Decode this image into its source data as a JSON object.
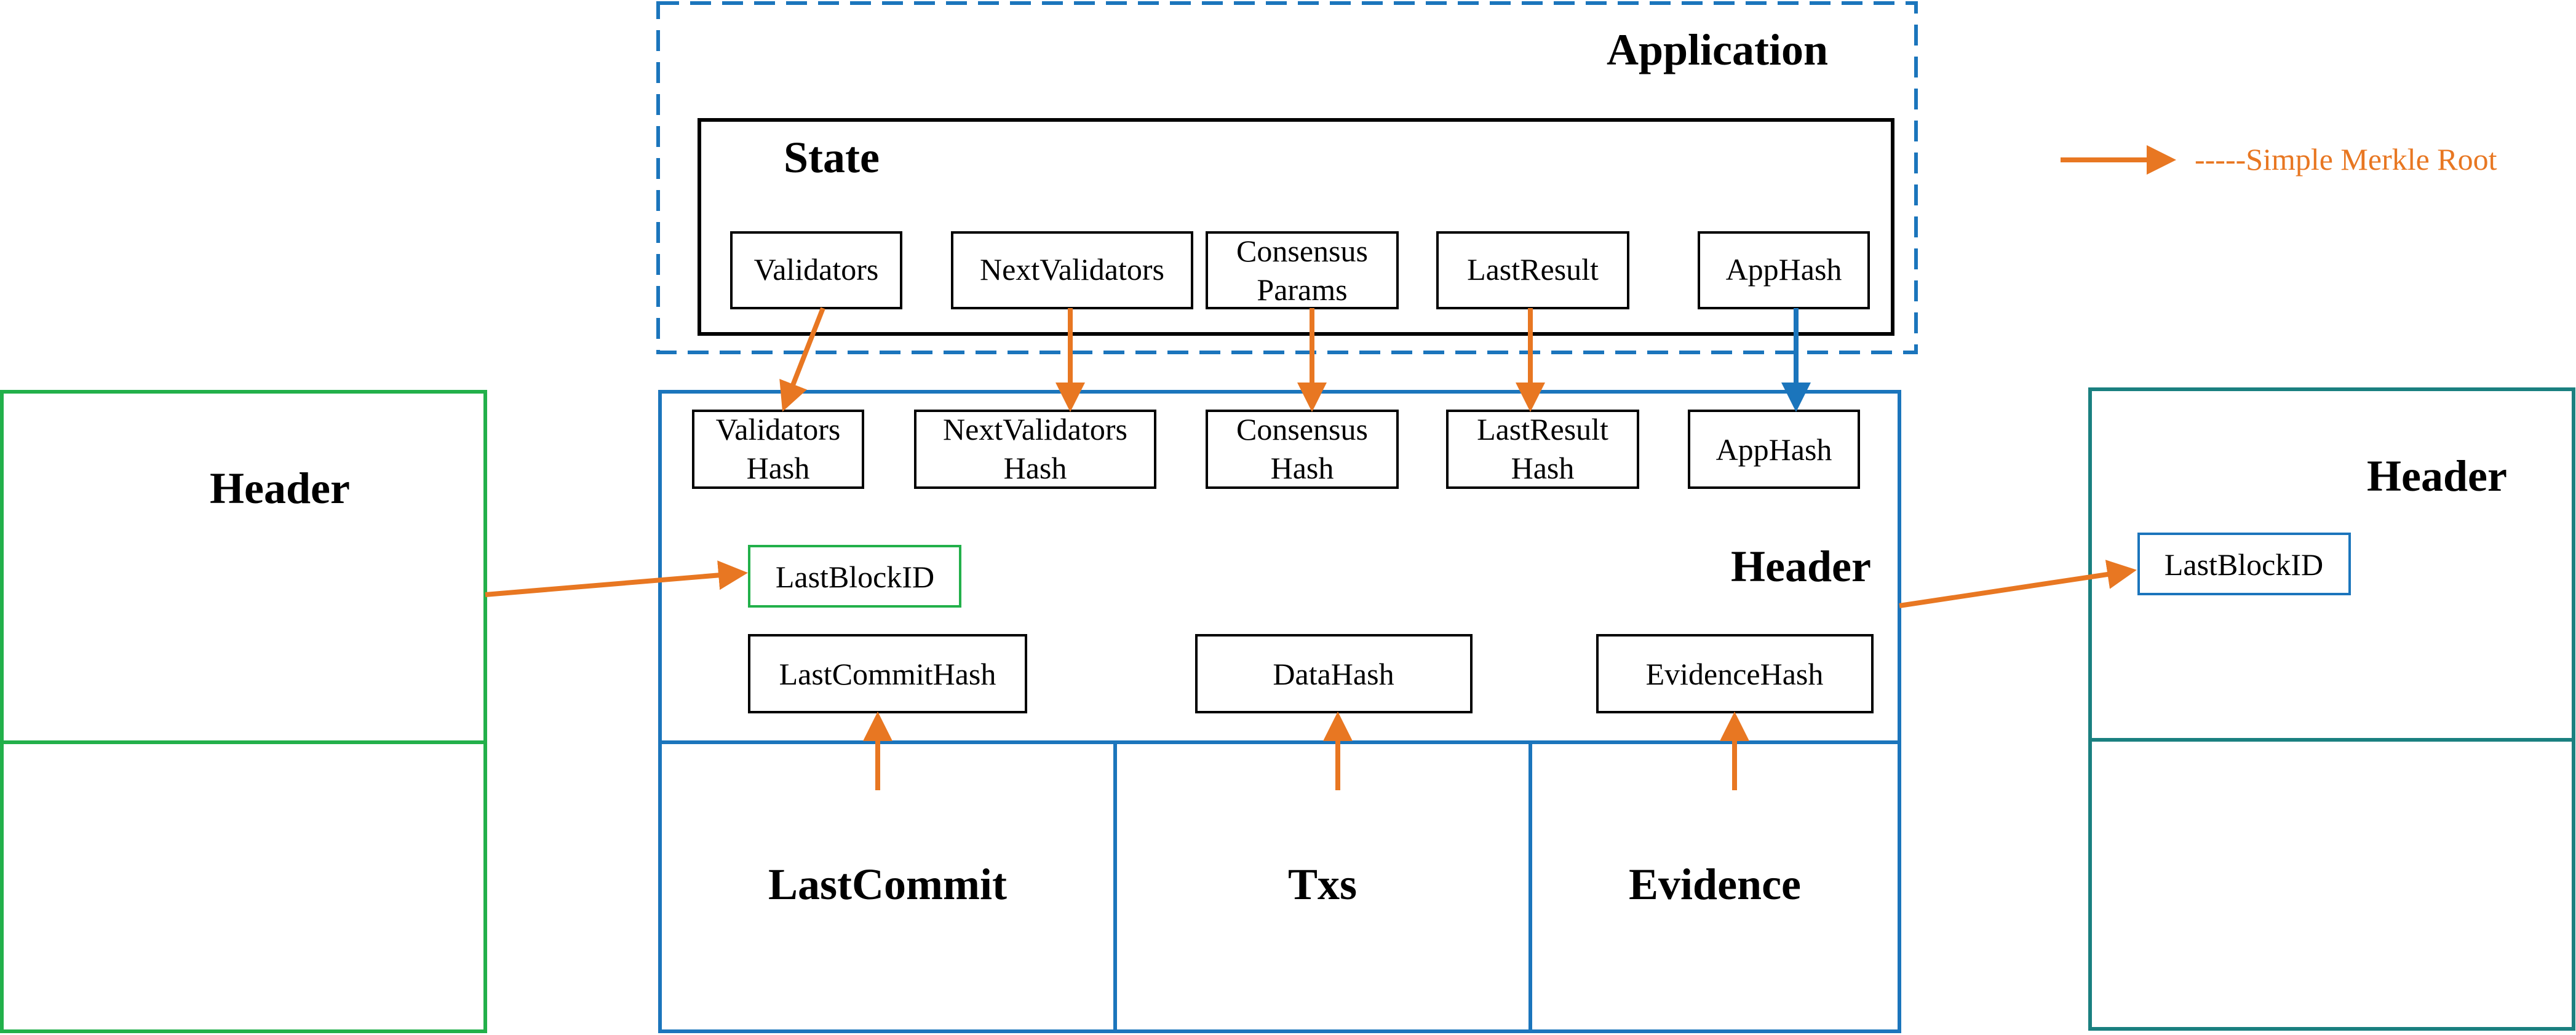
{
  "colors": {
    "orange": "#E87722",
    "blue": "#1B75BC",
    "green": "#22B04A",
    "teal": "#1A8080",
    "black": "#000000"
  },
  "application": {
    "title": "Application"
  },
  "state": {
    "title": "State",
    "fields": {
      "validators": "Validators",
      "next_validators": "NextValidators",
      "consensus_params_1": "Consensus",
      "consensus_params_2": "Params",
      "last_result": "LastResult",
      "app_hash": "AppHash"
    }
  },
  "legend": {
    "label": "-----Simple Merkle Root"
  },
  "header_main": {
    "title": "Header",
    "fields": {
      "validators_hash_1": "Validators",
      "validators_hash_2": "Hash",
      "next_validators_hash_1": "NextValidators",
      "next_validators_hash_2": "Hash",
      "consensus_hash_1": "Consensus",
      "consensus_hash_2": "Hash",
      "last_result_hash_1": "LastResult",
      "last_result_hash_2": "Hash",
      "app_hash": "AppHash",
      "last_block_id": "LastBlockID",
      "last_commit_hash": "LastCommitHash",
      "data_hash": "DataHash",
      "evidence_hash": "EvidenceHash"
    }
  },
  "body_sections": {
    "last_commit": "LastCommit",
    "txs": "Txs",
    "evidence": "Evidence"
  },
  "header_left": {
    "title": "Header"
  },
  "header_right": {
    "title": "Header",
    "last_block_id": "LastBlockID"
  }
}
